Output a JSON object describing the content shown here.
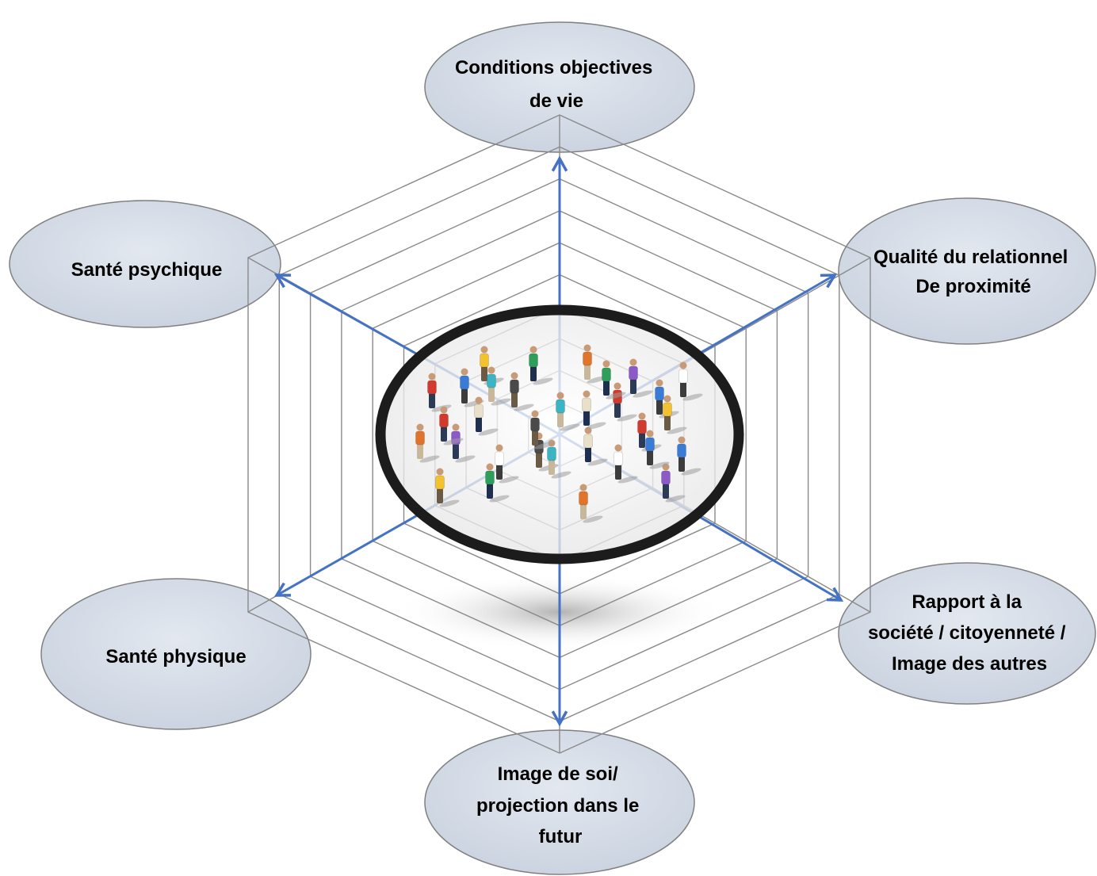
{
  "diagram": {
    "nodes": [
      {
        "lines": [
          "Conditions objectives",
          "de vie"
        ]
      },
      {
        "lines": [
          "Qualité du relationnel",
          "De proximité"
        ]
      },
      {
        "lines": [
          "Rapport à la",
          "société / citoyenneté /",
          "Image des autres"
        ]
      },
      {
        "lines": [
          "Image de soi/",
          "projection dans le",
          "futur"
        ]
      },
      {
        "lines": [
          "Santé physique"
        ]
      },
      {
        "lines": [
          "Santé psychique"
        ]
      }
    ],
    "colors": {
      "node_fill": "#d7dee9",
      "node_stroke": "#808080",
      "arrow": "#4472c4",
      "grid": "#8a8a8a",
      "center_border": "#1c1c1c"
    }
  }
}
